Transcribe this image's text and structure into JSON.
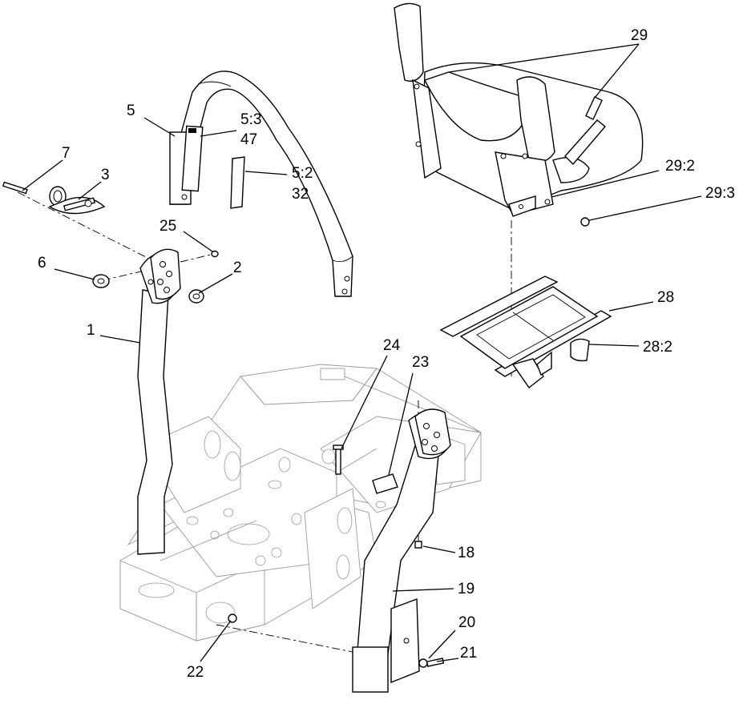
{
  "callouts": [
    {
      "id": "c1",
      "text": "1"
    },
    {
      "id": "c2",
      "text": "2"
    },
    {
      "id": "c3",
      "text": "3"
    },
    {
      "id": "c5",
      "text": "5"
    },
    {
      "id": "c5_3",
      "text": "5:3"
    },
    {
      "id": "c47",
      "text": "47"
    },
    {
      "id": "c5_2",
      "text": "5:2"
    },
    {
      "id": "c32",
      "text": "32"
    },
    {
      "id": "c6",
      "text": "6"
    },
    {
      "id": "c7",
      "text": "7"
    },
    {
      "id": "c18",
      "text": "18"
    },
    {
      "id": "c19",
      "text": "19"
    },
    {
      "id": "c20",
      "text": "20"
    },
    {
      "id": "c21",
      "text": "21"
    },
    {
      "id": "c22",
      "text": "22"
    },
    {
      "id": "c23",
      "text": "23"
    },
    {
      "id": "c24",
      "text": "24"
    },
    {
      "id": "c25",
      "text": "25"
    },
    {
      "id": "c28",
      "text": "28"
    },
    {
      "id": "c28_2",
      "text": "28:2"
    },
    {
      "id": "c29",
      "text": "29"
    },
    {
      "id": "c29_2",
      "text": "29:2"
    },
    {
      "id": "c29_3",
      "text": "29:3"
    }
  ]
}
